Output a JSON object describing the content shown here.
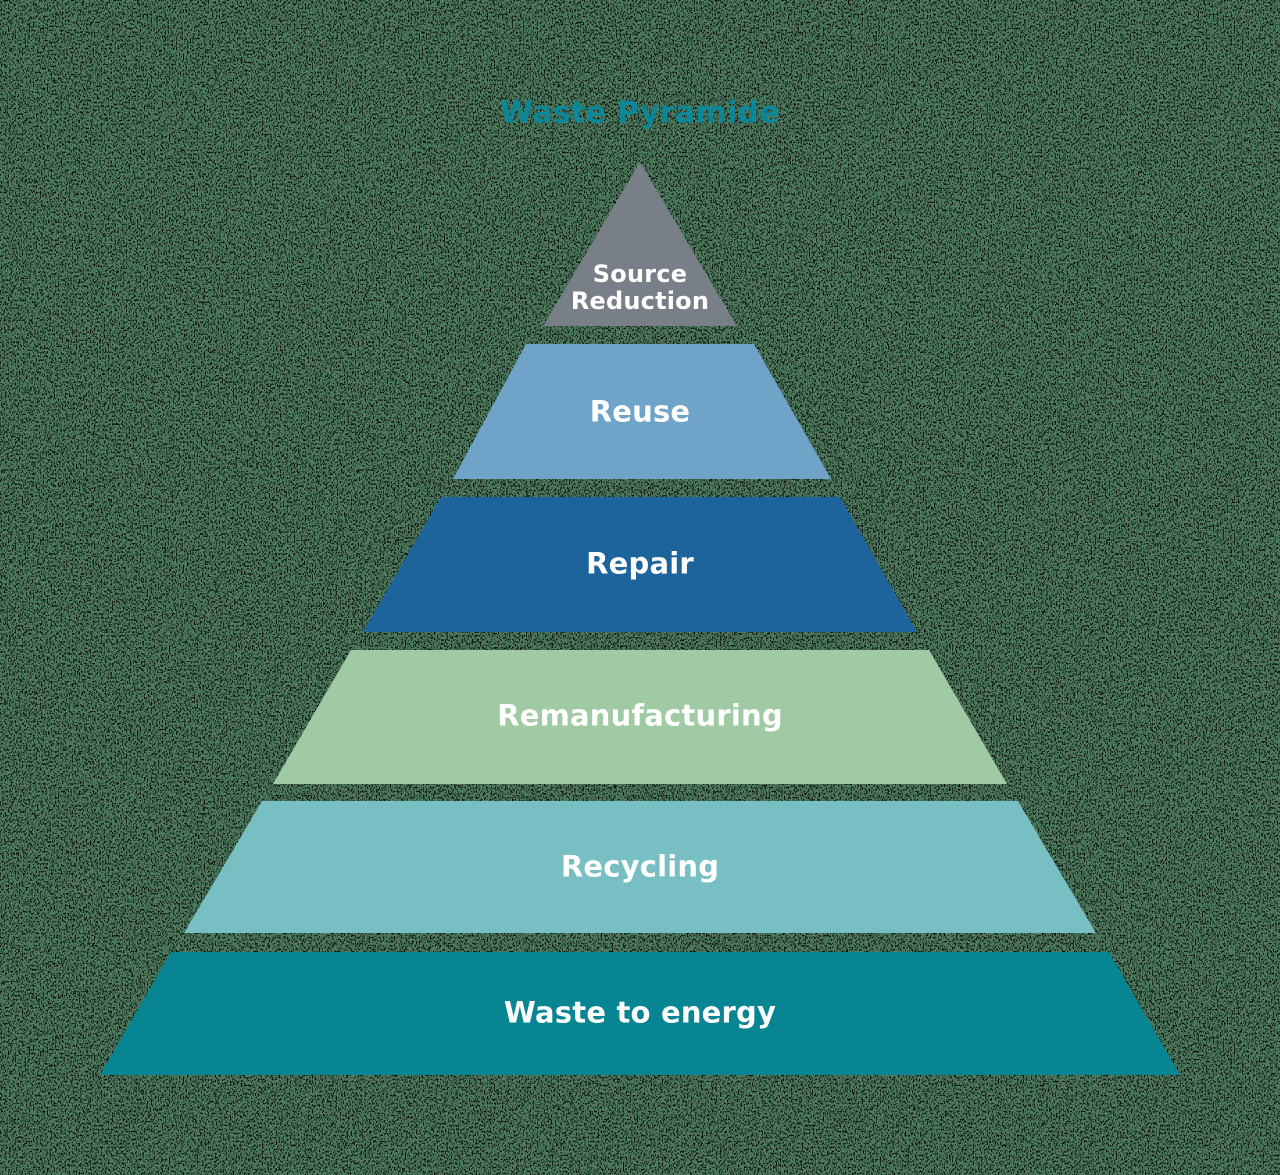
{
  "title": {
    "text": "Waste Pyramide",
    "color": "#0c8799"
  },
  "background": {
    "base_color": "#4e7b5e",
    "noise_color": "#000000"
  },
  "pyramid": {
    "levels": [
      {
        "id": "source-reduction",
        "label": "Source Reduction",
        "color": "#797f87",
        "text_color": "#ffffff"
      },
      {
        "id": "reuse",
        "label": "Reuse",
        "color": "#6fa3c8",
        "text_color": "#ffffff"
      },
      {
        "id": "repair",
        "label": "Repair",
        "color": "#1d649c",
        "text_color": "#ffffff"
      },
      {
        "id": "remanufacturing",
        "label": "Remanufacturing",
        "color": "#a0caa4",
        "text_color": "#ffffff"
      },
      {
        "id": "recycling",
        "label": "Recycling",
        "color": "#77bfc2",
        "text_color": "#ffffff"
      },
      {
        "id": "waste-to-energy",
        "label": "Waste to energy",
        "color": "#088593",
        "text_color": "#ffffff"
      }
    ]
  }
}
